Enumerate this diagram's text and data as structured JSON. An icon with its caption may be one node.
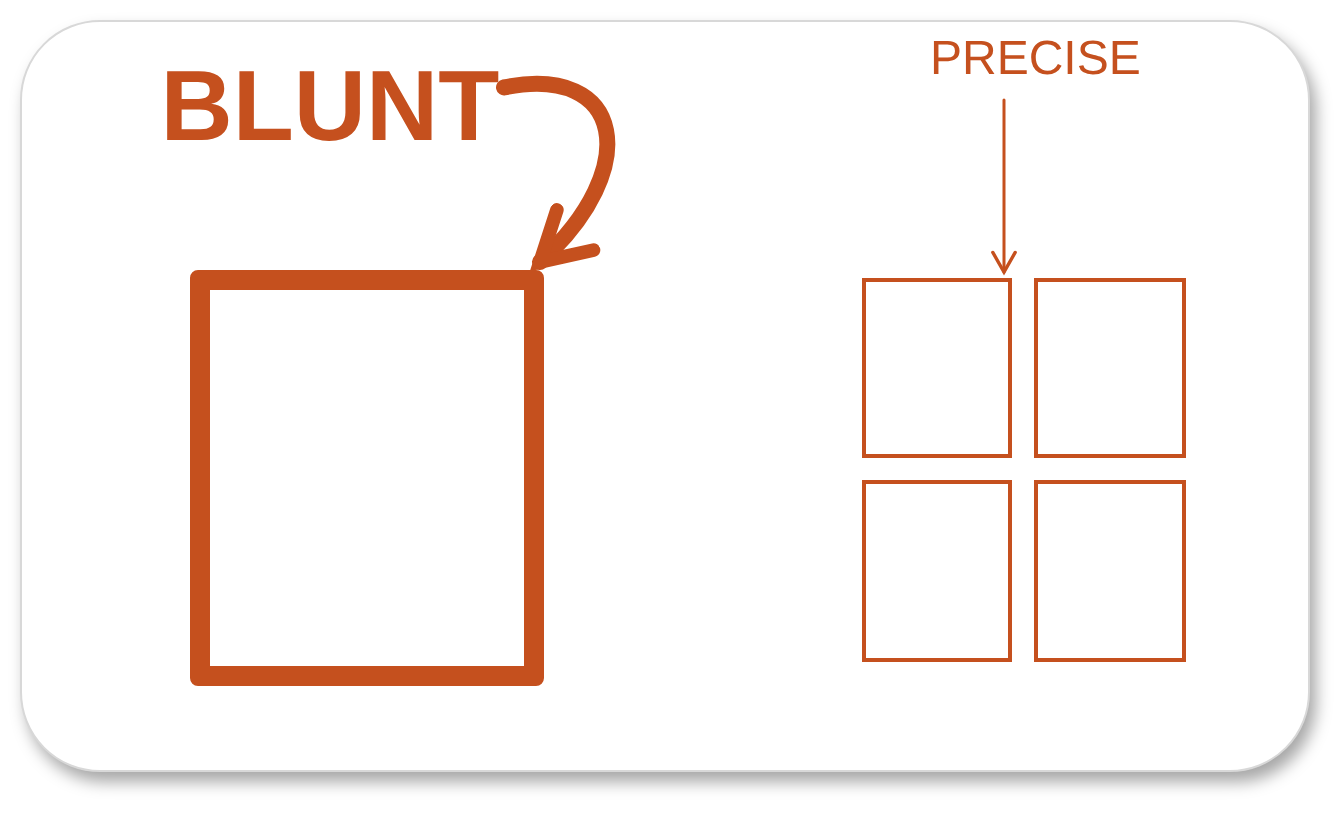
{
  "diagram": {
    "nodes": [
      {
        "text": [
          "BLUNT"
        ]
      },
      {
        "text": [],
        "shape": "box"
      },
      {
        "text": [
          "PRECISE"
        ]
      },
      {
        "text": [],
        "shape": "box"
      },
      {
        "text": [],
        "shape": "box"
      },
      {
        "text": [],
        "shape": "box"
      },
      {
        "text": [],
        "shape": "box"
      }
    ],
    "edges": [
      {
        "from": 0,
        "to": 1,
        "arrow": "to",
        "style": "thick"
      },
      {
        "from": 2,
        "to": 3,
        "arrow": "to"
      }
    ]
  }
}
